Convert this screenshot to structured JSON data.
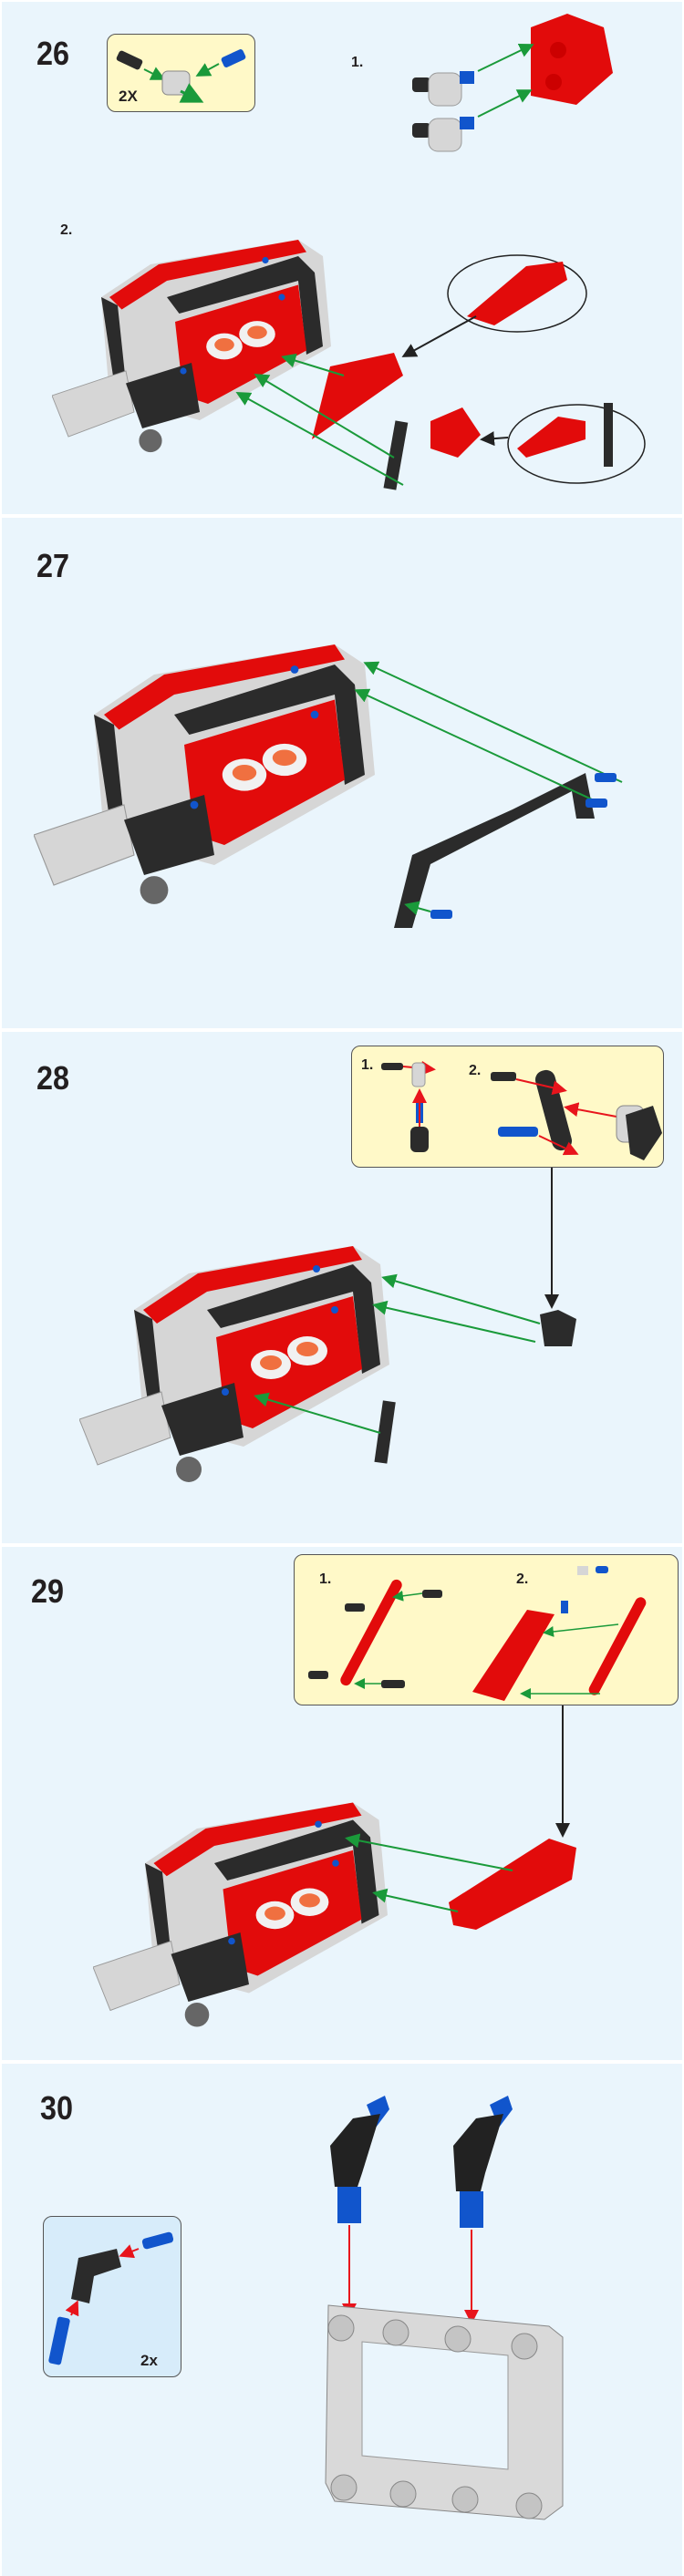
{
  "colors": {
    "panel_bg": "#eaf5fc",
    "callout_bg": "#fff9c8",
    "callout_blue_bg": "#d7ecfa",
    "arrow_green": "#1a9a3a",
    "arrow_red": "#e8141c",
    "brick_red": "#e20b0b",
    "brick_black": "#2b2b2b",
    "brick_gray": "#d6d6d6",
    "pin_blue": "#1155cc"
  },
  "steps": [
    {
      "number": "26",
      "callout_multiplier": "2X",
      "substeps": [
        "1.",
        "2."
      ]
    },
    {
      "number": "27"
    },
    {
      "number": "28",
      "substeps": [
        "1.",
        "2."
      ]
    },
    {
      "number": "29",
      "substeps": [
        "1.",
        "2."
      ]
    },
    {
      "number": "30",
      "callout_multiplier": "2x"
    }
  ]
}
